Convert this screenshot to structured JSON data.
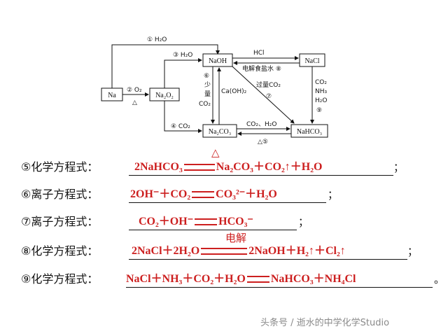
{
  "nodes": {
    "na": "Na",
    "na2o2": "Na₂O₂",
    "naoh": "NaOH",
    "nacl": "NaCl",
    "na2co3": "Na₂CO₃",
    "nahco3": "NaHCO₃"
  },
  "edges": {
    "e1": "① H₂O",
    "e2": "② O₂",
    "e2_cond": "△",
    "e3": "③ H₂O",
    "e4": "④ CO₂",
    "hcl": "HCl",
    "e8": "电解食盐水 ⑧",
    "e6_num": "⑥",
    "e6_a": "少",
    "e6_b": "量",
    "e6_c": "CO₂",
    "caoh2": "Ca(OH)₂",
    "e7": "过量CO₂",
    "e7_num": "⑦",
    "e9_a": "CO₂",
    "e9_b": "NH₃",
    "e9_c": "H₂O",
    "e9_num": "⑨",
    "e5_top": "CO₂、H₂O",
    "e5_bottom": "△⑤"
  },
  "equations": [
    {
      "prefix": "⑤化学方程式：",
      "left": "2NaHCO₃",
      "condition": "△",
      "right": "Na₂CO₃＋CO₂↑＋H₂O",
      "end": "；"
    },
    {
      "prefix": "⑥离子方程式：",
      "left": "2OH⁻＋CO₂",
      "condition": "",
      "right": "CO₃²⁻＋H₂O",
      "end": "；"
    },
    {
      "prefix": "⑦离子方程式：",
      "left": "CO₂＋OH⁻",
      "condition": "",
      "right": "HCO₃⁻",
      "end": "；"
    },
    {
      "prefix": "⑧化学方程式：",
      "left": "2NaCl＋2H₂O",
      "condition": "电解",
      "right": "2NaOH＋H₂↑＋Cl₂↑",
      "end": "；"
    },
    {
      "prefix": "⑨化学方程式：",
      "left": "NaCl＋NH₃＋CO₂＋H₂O",
      "condition": "",
      "right": "NaHCO₃＋NH₄Cl",
      "end": "。"
    }
  ],
  "watermark": "头条号 / 逝水的中学化学Studio",
  "colors": {
    "answer": "#cc1f1f",
    "text": "#111111"
  }
}
